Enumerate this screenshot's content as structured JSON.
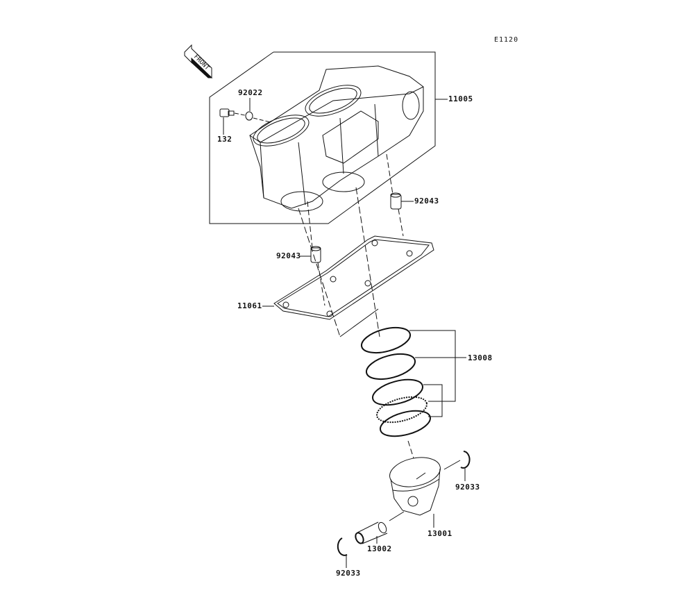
{
  "diagram": {
    "code": "E1120",
    "front_marker": "FRONT",
    "parts": {
      "p92022": "92022",
      "p132": "132",
      "p11005": "11005",
      "p92043_upper": "92043",
      "p92043_lower": "92043",
      "p11061": "11061",
      "p13008": "13008",
      "p92033_right": "92033",
      "p13001": "13001",
      "p13002": "13002",
      "p92033_left": "92033"
    }
  }
}
